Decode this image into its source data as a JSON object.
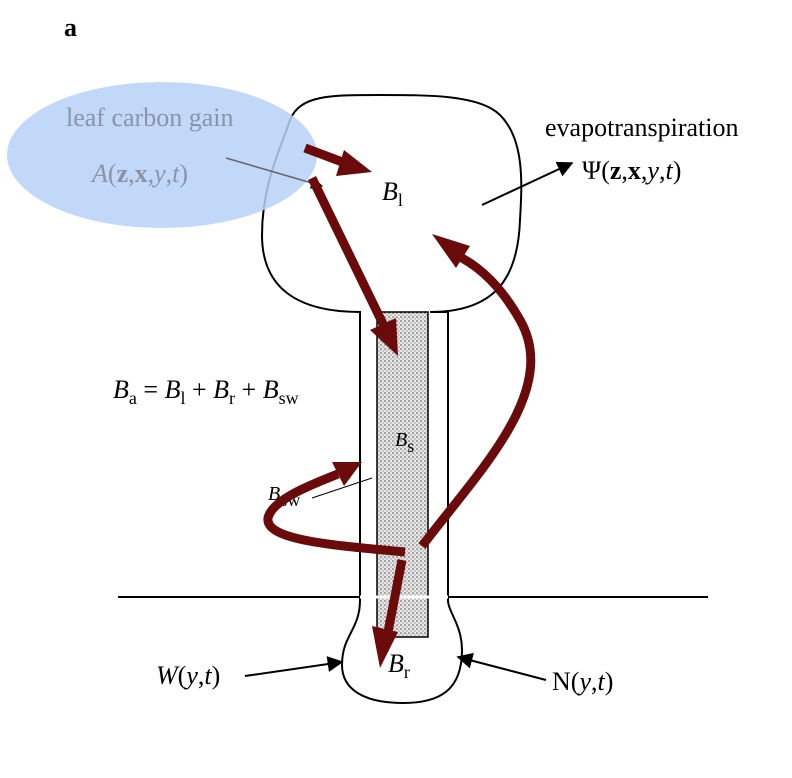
{
  "panel_label": "a",
  "leaf_gain": {
    "title": "leaf carbon gain",
    "func": "A",
    "args": [
      "z",
      "x",
      "y",
      "t"
    ]
  },
  "evapo": {
    "title": "evapotranspiration",
    "func": "Ψ",
    "args": [
      "z",
      "x",
      "y",
      "t"
    ]
  },
  "biomass": {
    "leaf": {
      "sym": "B",
      "sub": "l"
    },
    "stem": {
      "sym": "B",
      "sub": "s"
    },
    "sapwood": {
      "sym": "B",
      "sub": "sw"
    },
    "root": {
      "sym": "B",
      "sub": "r"
    },
    "equation": {
      "lhs_sym": "B",
      "lhs_sub": "a",
      "eq": " = ",
      "t1_sym": "B",
      "t1_sub": "l",
      "plus": " + ",
      "t2_sym": "B",
      "t2_sub": "r",
      "t3_sym": "B",
      "t3_sub": "sw"
    }
  },
  "water": {
    "func": "W",
    "args": [
      "y",
      "t"
    ]
  },
  "nitrogen": {
    "func": "N",
    "args": [
      "y",
      "t"
    ]
  },
  "colors": {
    "flux_arrow": "#6b0a0a",
    "leaf_gain_ellipse": "#b7d1f7",
    "leaf_gain_text": "#8a94a8"
  }
}
